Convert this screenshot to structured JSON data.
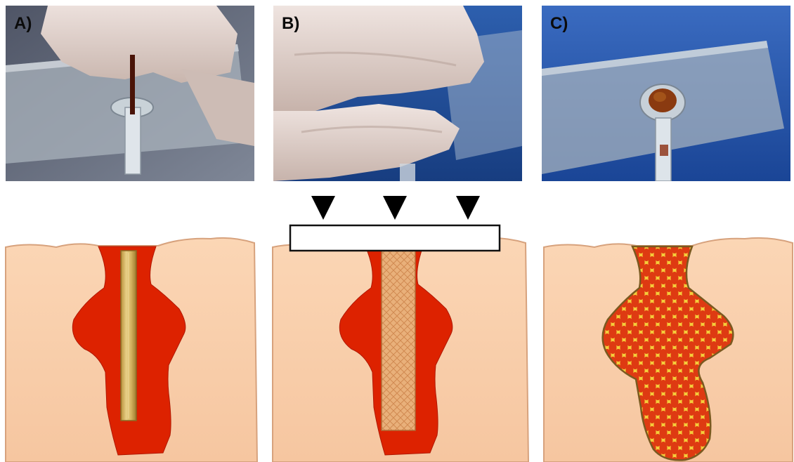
{
  "panels": [
    {
      "id": "A",
      "label": "A)"
    },
    {
      "id": "B",
      "label": "B)"
    },
    {
      "id": "C",
      "label": "C)"
    }
  ],
  "colors": {
    "tissue": "#f6c6a0",
    "tissue_edge": "#d7a27d",
    "blood_red": "#dd2200",
    "implant_gold": "#d9b868",
    "swollen_implant": "#e9b07a",
    "pattern_yellow": "#f4cc3a",
    "pattern_red": "#de3a12",
    "photo_blue": "#1d4f9c",
    "glove": "#d9c9c3"
  },
  "icons": {
    "pressure_arrow": "down-triangle-icon",
    "compress_plate": "compression-plate"
  }
}
